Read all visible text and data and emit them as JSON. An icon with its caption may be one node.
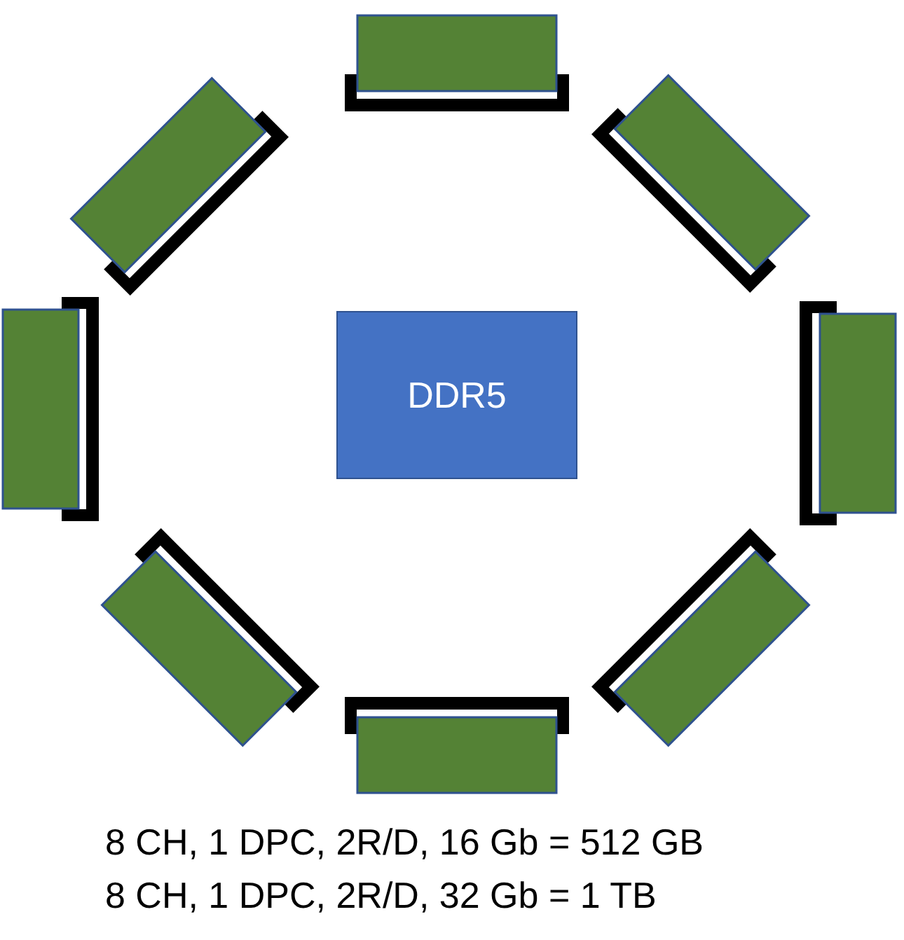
{
  "diagram": {
    "nodes": [
      {
        "text": [
          "DDR5"
        ]
      },
      {
        "text": [],
        "shape": "bar"
      },
      {
        "text": [],
        "shape": "bar"
      },
      {
        "text": [],
        "shape": "bar"
      },
      {
        "text": [],
        "shape": "bar"
      },
      {
        "text": [],
        "shape": "bar"
      },
      {
        "text": [],
        "shape": "bar"
      },
      {
        "text": [],
        "shape": "bar"
      },
      {
        "text": [],
        "shape": "bar"
      }
    ],
    "edges": [],
    "labels": [
      "8 CH, 1 DPC, 2R/D, 16 Gb = 512 GB",
      "8 CH, 1 DPC, 2R/D, 32 Gb = 1 TB"
    ]
  }
}
